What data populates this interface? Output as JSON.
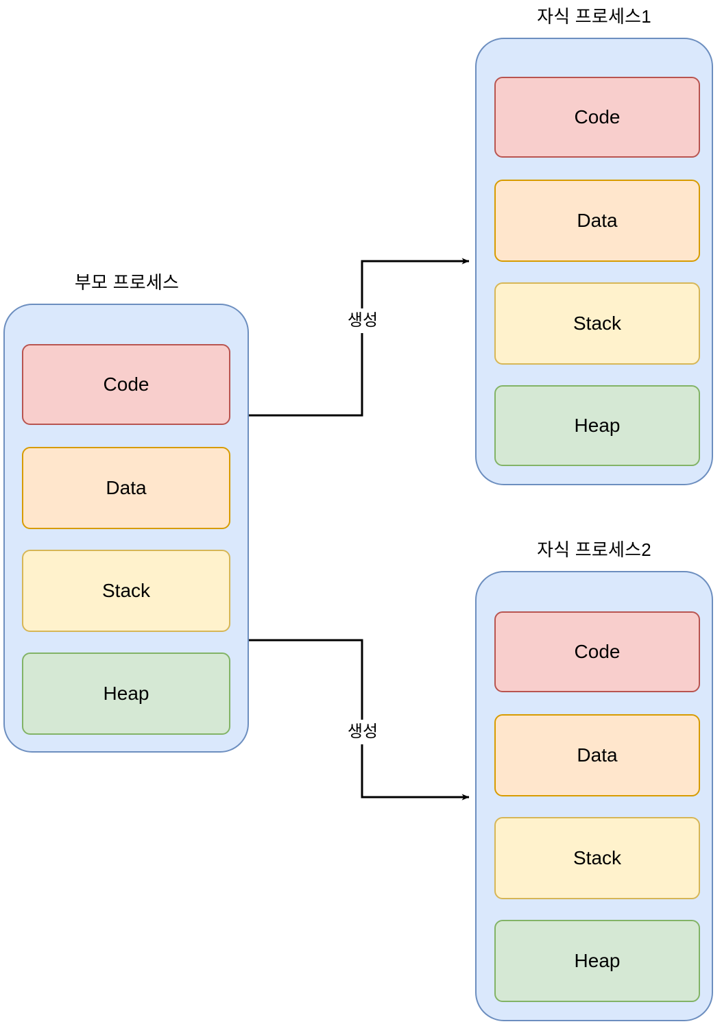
{
  "diagram": {
    "type": "process-fork-diagram",
    "title": "",
    "colors": {
      "process_fill": "#dae8fc",
      "process_stroke": "#6c8ebf",
      "code_fill": "#f8cecc",
      "code_stroke": "#b85450",
      "data_fill": "#ffe6cc",
      "data_stroke": "#d79b00",
      "stack_fill": "#fff2cc",
      "stack_stroke": "#d6b656",
      "heap_fill": "#d5e8d4",
      "heap_stroke": "#82b366",
      "edge_stroke": "#000000",
      "background": "#ffffff"
    }
  },
  "parent": {
    "title": "부모 프로세스",
    "segments": [
      {
        "label": "Code"
      },
      {
        "label": "Data"
      },
      {
        "label": "Stack"
      },
      {
        "label": "Heap"
      }
    ]
  },
  "child1": {
    "title": "자식 프로세스1",
    "segments": [
      {
        "label": "Code"
      },
      {
        "label": "Data"
      },
      {
        "label": "Stack"
      },
      {
        "label": "Heap"
      }
    ]
  },
  "child2": {
    "title": "자식 프로세스2",
    "segments": [
      {
        "label": "Code"
      },
      {
        "label": "Data"
      },
      {
        "label": "Stack"
      },
      {
        "label": "Heap"
      }
    ]
  },
  "edges": [
    {
      "label": "생성",
      "from": "parent",
      "to": "child1"
    },
    {
      "label": "생성",
      "from": "parent",
      "to": "child2"
    }
  ]
}
